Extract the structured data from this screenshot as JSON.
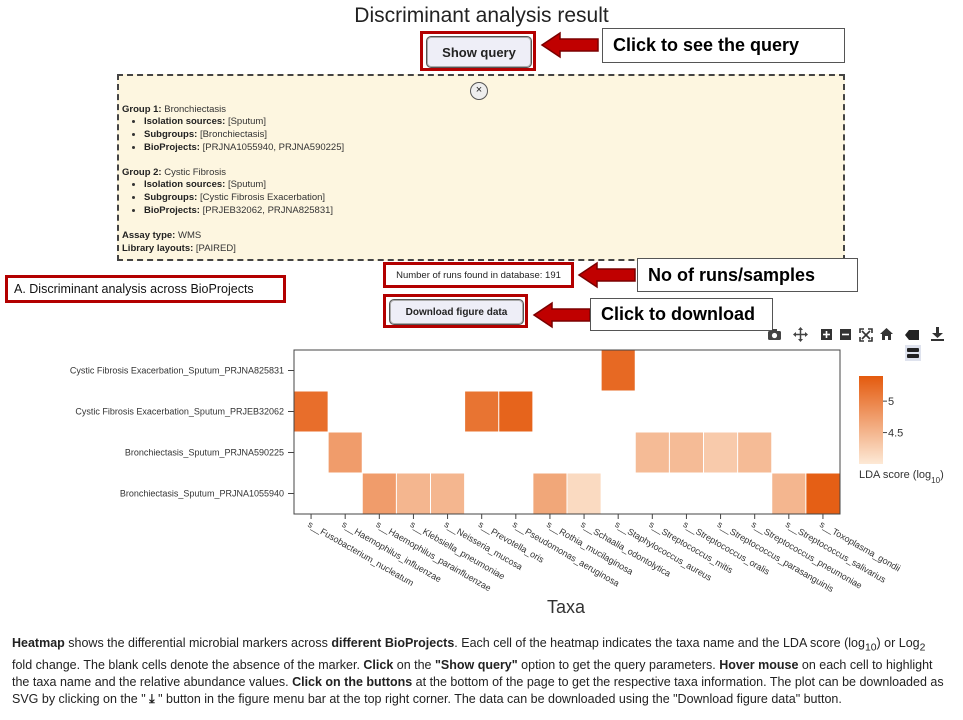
{
  "page": {
    "title": "Discriminant analysis result"
  },
  "query_button": {
    "label": "Show query"
  },
  "callouts": {
    "query": "Click to see the query",
    "runs": "No of runs/samples",
    "download": "Click to download"
  },
  "query_panel": {
    "close_symbol": "×",
    "group1": {
      "heading": "Group 1:",
      "name": "Bronchiectasis",
      "items": [
        {
          "key": "Isolation sources:",
          "value": "[Sputum]"
        },
        {
          "key": "Subgroups:",
          "value": "[Bronchiectasis]"
        },
        {
          "key": "BioProjects:",
          "value": "[PRJNA1055940, PRJNA590225]"
        }
      ]
    },
    "group2": {
      "heading": "Group 2:",
      "name": "Cystic Fibrosis",
      "items": [
        {
          "key": "Isolation sources:",
          "value": "[Sputum]"
        },
        {
          "key": "Subgroups:",
          "value": "[Cystic Fibrosis Exacerbation]"
        },
        {
          "key": "BioProjects:",
          "value": "[PRJEB32062, PRJNA825831]"
        }
      ]
    },
    "assay": {
      "key": "Assay type:",
      "value": "WMS"
    },
    "layout": {
      "key": "Library layouts:",
      "value": "[PAIRED]"
    }
  },
  "runs_box": {
    "label": "Number of runs found in database:",
    "count": "191"
  },
  "section_title": "A. Discriminant analysis across BioProjects",
  "download_button": {
    "label": "Download figure data"
  },
  "toolbar": {
    "icons": [
      "camera-icon",
      "move-icon",
      "zoom-in-icon",
      "zoom-out-icon",
      "autoscale-icon",
      "home-icon",
      "hover-closest-icon",
      "download-icon",
      "compare-hover-icon"
    ]
  },
  "chart_data": {
    "type": "heatmap",
    "xlabel": "Taxa",
    "colorbar_label": "LDA score (log10)",
    "colorbar_ticks": [
      5,
      4.5
    ],
    "colorbar_range": [
      4.0,
      5.4
    ],
    "colors": {
      "low": "#fde9d6",
      "high": "#e45a0e"
    },
    "y": [
      "Cystic Fibrosis Exacerbation_Sputum_PRJNA825831",
      "Cystic Fibrosis Exacerbation_Sputum_PRJEB32062",
      "Bronchiectasis_Sputum_PRJNA590225",
      "Bronchiectasis_Sputum_PRJNA1055940"
    ],
    "x": [
      "s__Fusobacterium_nucleatum",
      "s__Haemophilus_influenzae",
      "s__Haemophilus_parainfluenzae",
      "s__Klebsiella_pneumoniae",
      "s__Neisseria_mucosa",
      "s__Prevotella_oris",
      "s__Pseudomonas_aeruginosa",
      "s__Rothia_mucilaginosa",
      "s__Schaalia_odontolytica",
      "s__Staphylococcus_aureus",
      "s__Streptococcus_mitis",
      "s__Streptococcus_oralis",
      "s__Streptococcus_parasanguinis",
      "s__Streptococcus_pneumoniae",
      "s__Streptococcus_salivarius",
      "s__Toxoplasma_gondii"
    ],
    "z": [
      [
        null,
        null,
        null,
        null,
        null,
        null,
        null,
        null,
        null,
        5.25,
        null,
        null,
        null,
        null,
        null,
        null
      ],
      [
        5.2,
        null,
        null,
        null,
        null,
        5.15,
        5.3,
        null,
        null,
        null,
        null,
        null,
        null,
        null,
        null,
        null
      ],
      [
        null,
        4.75,
        null,
        null,
        null,
        null,
        null,
        null,
        null,
        null,
        4.45,
        4.45,
        4.3,
        4.45,
        null,
        null
      ],
      [
        null,
        null,
        4.75,
        4.5,
        4.5,
        null,
        null,
        4.65,
        4.15,
        null,
        null,
        null,
        null,
        null,
        4.5,
        5.35
      ]
    ]
  },
  "footer": {
    "t1": "Heatmap",
    "t2": " shows the differential microbial markers across ",
    "t3": "different BioProjects",
    "t4": ". Each cell of the heatmap indicates the taxa name and the LDA score (log",
    "t5": "10",
    "t6": ") or Log",
    "t7": "2",
    "t8": " fold change. The blank cells denote the absence of the marker. ",
    "t9": "Click",
    "t10": " on the ",
    "t11": "\"Show query\"",
    "t12": " option to get the query parameters. ",
    "t13": "Hover mouse",
    "t14": " on each cell to highlight the taxa name and the relative abundance values. ",
    "t15": "Click on the buttons",
    "t16": " at the bottom of the page to get the respective taxa information. The plot can be downloaded as SVG by clicking on the \" ",
    "t17": "⤓",
    "t18": " \" button in the figure menu bar at the top right corner. The data can be downloaded using the \"Download figure data\" button."
  }
}
